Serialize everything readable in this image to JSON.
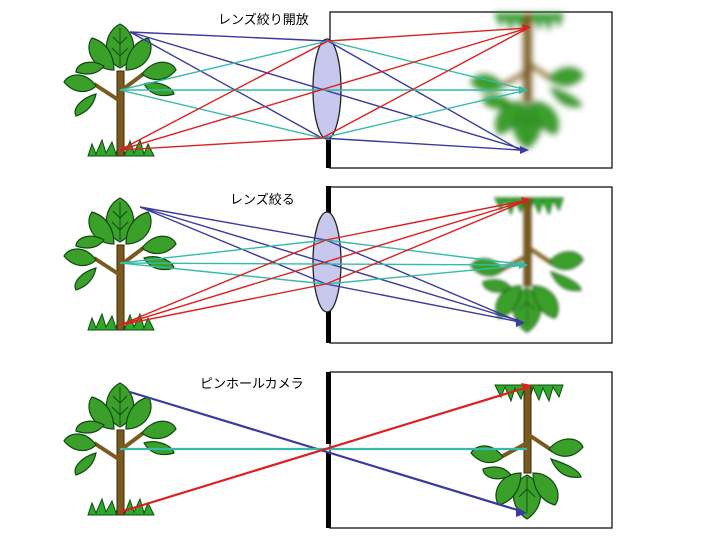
{
  "panels": [
    {
      "caption": "レンズ絞り開放",
      "kind": "open-aperture"
    },
    {
      "caption": "レンズ絞る",
      "kind": "stopped-down"
    },
    {
      "caption": "ピンホールカメラ",
      "kind": "pinhole"
    }
  ],
  "colors": {
    "ray_blue": "#3a3aa0",
    "ray_teal": "#33bba8",
    "ray_red": "#dd1f1f",
    "lens_fill": "#c8c8ee",
    "trunk": "#7a5a1e",
    "leaf": "#3aa02a",
    "leaf_dark": "#0e4a0e",
    "grass": "#2ea82a"
  }
}
